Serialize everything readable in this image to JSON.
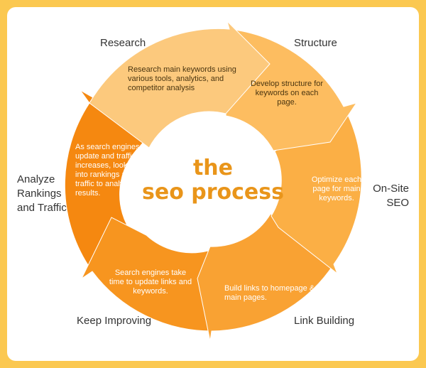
{
  "title": {
    "line1": "the",
    "line2": "seo process"
  },
  "stages": [
    {
      "label": "Research",
      "text": "Research main keywords using various tools, analytics, and competitor analysis",
      "color": "#fcc97d"
    },
    {
      "label": "Structure",
      "text": "Develop structure for keywords on each page.",
      "color": "#fdbd60"
    },
    {
      "label": "On-Site SEO",
      "text": "Optimize each page for main keywords.",
      "color": "#fbaf45"
    },
    {
      "label": "Link Building",
      "text": "Build links to homepage & main pages.",
      "color": "#f9a233"
    },
    {
      "label": "Keep Improving",
      "text": "Search engines take time to update links and keywords.",
      "color": "#f7951f"
    },
    {
      "label": "Analyze Rankings and Traffic",
      "text": "As search engines update and traffic increases, look into rankings and traffic to analyze results.",
      "color": "#f58810"
    }
  ],
  "colors": {
    "background": "#fbc850",
    "title": "#e9951a",
    "label_text": "#333333"
  }
}
